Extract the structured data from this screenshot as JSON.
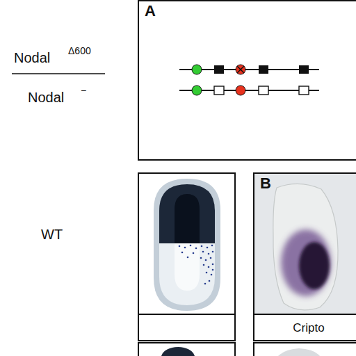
{
  "diagram": {
    "nodes": [
      {
        "text": [
          "A"
        ]
      },
      {
        "text": [
          "B"
        ]
      },
      {
        "text": [
          "Cripto"
        ]
      }
    ],
    "labels": [
      "Nodal",
      "Δ600",
      "Nodal",
      "−",
      "WT"
    ]
  }
}
